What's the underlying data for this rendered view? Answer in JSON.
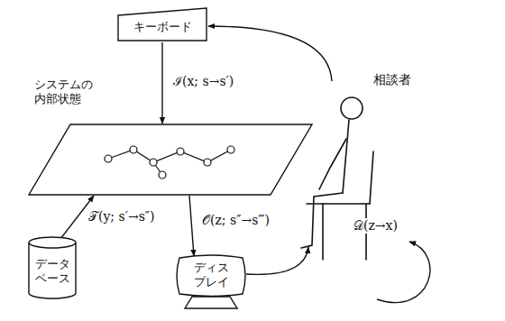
{
  "diagram": {
    "nodes": [
      {
        "text": [
          "キーボード"
        ]
      },
      {
        "text": [
          "相談者"
        ]
      },
      {
        "text": [
          "システムの内部状態"
        ]
      },
      {
        "text": [
          "データ ベース"
        ]
      },
      {
        "text": [
          "ディス プレイ"
        ]
      }
    ],
    "edges": [
      {
        "from": 1,
        "to": 0,
        "arrow": "to"
      },
      {
        "from": 0,
        "to": 2,
        "arrow": "to",
        "label": "ℐ(x; s→s′)"
      },
      {
        "from": 3,
        "to": 2,
        "arrow": "to",
        "label": "𝒯(y; s′→s″)"
      },
      {
        "from": 2,
        "to": 4,
        "arrow": "to",
        "label": "𝒪(z; s″→s‴)"
      },
      {
        "from": 4,
        "to": 1,
        "arrow": "to"
      }
    ],
    "labels": [
      "𝒟(z→x)"
    ]
  }
}
